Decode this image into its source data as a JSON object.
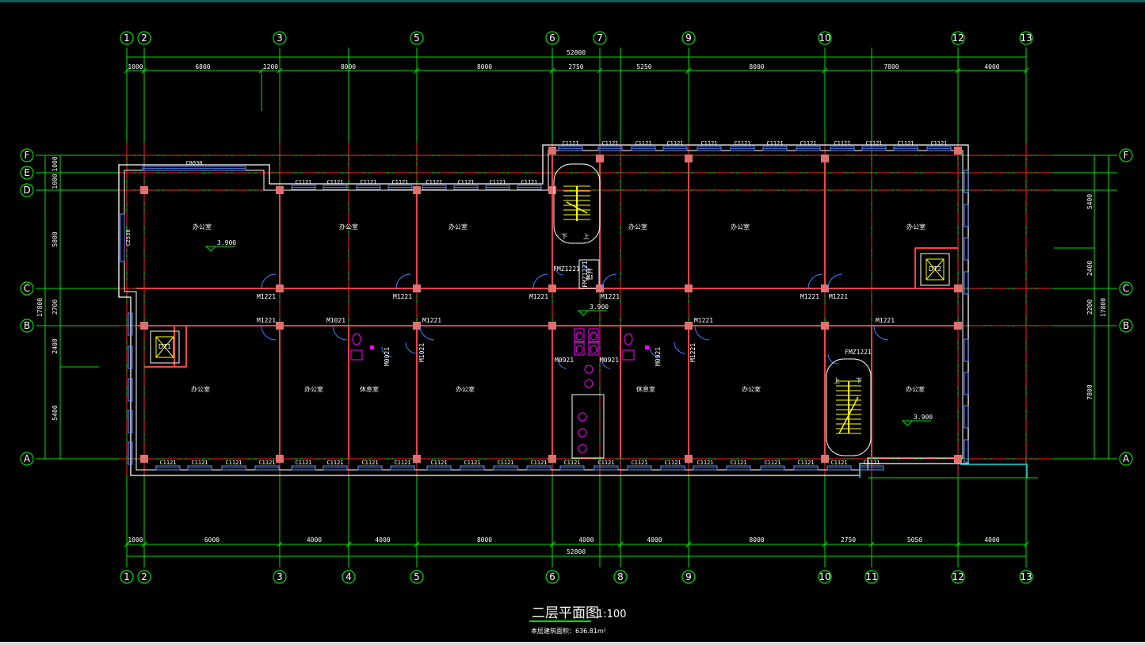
{
  "drawing": {
    "title": "二层平面图",
    "scale": "1:100",
    "area_note": "本层建筑面积：636.81m²"
  },
  "axes": {
    "top_labels": [
      "1",
      "2",
      "3",
      "5",
      "6",
      "7",
      "9",
      "10",
      "12",
      "13"
    ],
    "bottom_labels": [
      "1",
      "2",
      "3",
      "4",
      "5",
      "6",
      "8",
      "9",
      "10",
      "11",
      "12",
      "13"
    ],
    "left_labels": [
      "F",
      "E",
      "D",
      "C",
      "B",
      "A"
    ],
    "right_labels": [
      "F",
      "C",
      "B",
      "A"
    ]
  },
  "dimensions": {
    "top_total": "52800",
    "top_segments": [
      "1000",
      "6800",
      "1200",
      "8000",
      "8000",
      "2750",
      "5250",
      "8000",
      "7800",
      "4000"
    ],
    "bottom_total": "52800",
    "bottom_segments": [
      "1000",
      "6000",
      "4000",
      "4000",
      "8000",
      "4000",
      "4000",
      "8000",
      "2750",
      "5050",
      "4000"
    ],
    "left_total": "17800",
    "left_segments": [
      "1000",
      "1000",
      "5800",
      "2700",
      "2400",
      "5400"
    ],
    "right_total": "17800",
    "right_segments": [
      "5400",
      "2400",
      "2200",
      "7800"
    ]
  },
  "rooms": [
    "办公室",
    "办公室",
    "办公室",
    "办公室",
    "办公室",
    "办公室",
    "办公室",
    "办公室",
    "休息室",
    "办公室",
    "休息室",
    "办公室",
    "办公室"
  ],
  "doors": [
    "M1221",
    "M1221",
    "M1221",
    "M1221",
    "M1221",
    "M1221",
    "M1221",
    "M1221",
    "M1021",
    "M1221",
    "M1021",
    "M0921",
    "M0921",
    "M0921",
    "M0921",
    "M1221",
    "M1221",
    "FMZ1221",
    "FMZ1221",
    "FMZ1221"
  ],
  "windows": {
    "top_row1": [
      "C1121",
      "C1121",
      "C1121",
      "C1121",
      "C1121",
      "C1121",
      "C1121",
      "C1121",
      "C1121",
      "C1121",
      "C1121",
      "C1121"
    ],
    "top_row2": [
      "C1121",
      "C1121",
      "C1121",
      "C1121",
      "C1121",
      "C1121",
      "C1121",
      "C1121"
    ],
    "bottom_row": [
      "C1121",
      "C1121",
      "C1121",
      "C1121",
      "C1121",
      "C1121",
      "C1121",
      "C1121",
      "C1121",
      "C1121",
      "C1121",
      "C1121",
      "C1121",
      "C1121",
      "C1121",
      "C1121",
      "C1121",
      "C1121",
      "C1121",
      "C1121",
      "C1121",
      "C1121"
    ],
    "c8030": "C8030",
    "c2530": "C2530"
  },
  "elevators": [
    "DT1",
    "DT2"
  ],
  "elevations": [
    "3.900",
    "3.900",
    "3.900"
  ],
  "shaft_label": "管井",
  "stair_labels": [
    "下",
    "上",
    "上",
    "下"
  ],
  "colors": {
    "axis_line": "#ff2020",
    "grid_green": "#00e000",
    "wall": "#ffffff",
    "wall_inner": "#ff4040",
    "column": "#e07070",
    "window": "#6090ff",
    "stair": "#ffff00",
    "fixture": "#ff00ff",
    "door": "#4080ff"
  }
}
